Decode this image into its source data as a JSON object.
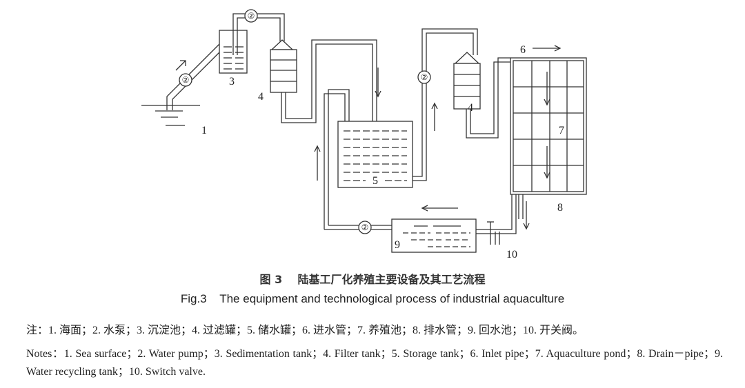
{
  "figure": {
    "labels": {
      "sea_surface": "1",
      "pump": "②",
      "sedimentation_tank": "3",
      "filter_tank": "4",
      "storage_tank": "5",
      "inlet_pipe": "6",
      "aquaculture_pond": "7",
      "drain_pipe": "8",
      "recycling_tank": "9",
      "switch_valve": "10"
    },
    "caption_cn": "图 3    陆基工厂化养殖主要设备及其工艺流程",
    "caption_en": "Fig.3    The equipment and technological process of industrial aquaculture",
    "notes_cn": "注：1. 海面；2. 水泵；3. 沉淀池；4. 过滤罐；5. 储水罐；6. 进水管；7. 养殖池；8. 排水管；9. 回水池；10. 开关阀。",
    "notes_en": "Notes：1. Sea surface；2. Water pump；3. Sedimentation tank；4. Filter tank；5. Storage tank；6. Inlet pipe；7. Aquaculture pond；8. Drain－pipe；9. Water recycling tank；10. Switch valve."
  }
}
